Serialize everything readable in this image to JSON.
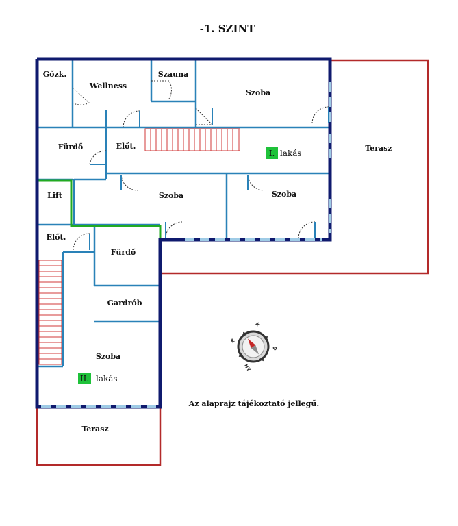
{
  "title": "-1. SZINT",
  "rooms": {
    "gozk": "Gőzk.",
    "wellness": "Wellness",
    "szauna": "Szauna",
    "szoba_top_right": "Szoba",
    "furdo_upper": "Fürdő",
    "eloter_upper": "Előt.",
    "szoba_mid_left": "Szoba",
    "szoba_mid_right": "Szoba",
    "lift": "Lift",
    "eloter_lower": "Előt.",
    "furdo_lower": "Fürdő",
    "gardrob": "Gardrób",
    "szoba_lower": "Szoba",
    "terasz_right": "Terasz",
    "terasz_bottom": "Terasz"
  },
  "apartments": {
    "first": {
      "badge": "I.",
      "label": "lakás"
    },
    "second": {
      "badge": "II.",
      "label": "lakás"
    }
  },
  "compass": {
    "north": "É",
    "east": "K",
    "south": "D",
    "west": "NY"
  },
  "note": "Az alaprajz tájékoztató jellegű.",
  "colors": {
    "outer_wall": "#0f1a6e",
    "inner_wall": "#2a82b8",
    "terrace": "#b32a2a",
    "lift_wall": "#22aa22",
    "stairs": "#d03a3a",
    "badge": "#1fc23a",
    "window": "#9ecbe6"
  }
}
